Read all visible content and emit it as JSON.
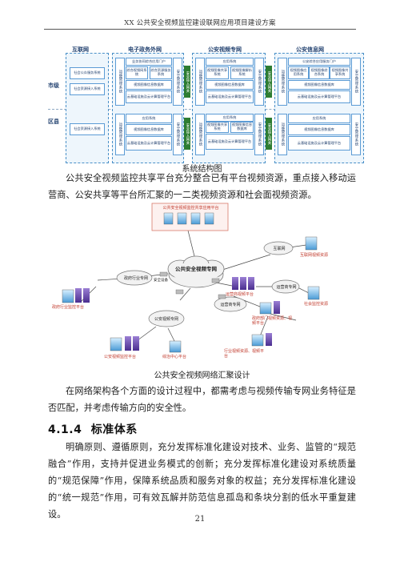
{
  "header": {
    "title": "XX 公共安全视频监控建设联网应用项目建设方案"
  },
  "figure1": {
    "caption": "系统结构图",
    "row_labels": {
      "city": "市级",
      "district": "区县"
    },
    "panels": {
      "internet": {
        "title": "互联网",
        "boxes": [
          "社会公众服务系统",
          "社会资源接入系统",
          "社会资源接入系统"
        ]
      },
      "egov": {
        "title": "电子政务外网",
        "top_header": "业务协同综合应用门户",
        "mgmt_label": "运维管理系统",
        "security_label": "安全管理系统",
        "gateway_label": "安全接入网关",
        "city_boxes": [
          "综合视频网系统",
          "综合资源服务系统",
          "视频图像信息数据库",
          "云基础设施及云计算管理平台"
        ],
        "district_boxes": [
          "应用系统",
          "视频图像信息数据库",
          "云基础设施及云计算管理平台"
        ]
      },
      "police": {
        "title": "公安视频专网",
        "top_header": "应用系统",
        "mgmt_label": "运维管理系统",
        "security_label": "安全管理系统",
        "gateway_label": "安全接入网关",
        "city_boxes": [
          "视频图像共享系统",
          "视频图像解析系统",
          "视频图像信息数据库",
          "云基础设施及云计算管理平台"
        ],
        "district_boxes": [
          "应用系统",
          "视频图像共享系统",
          "视频图像信息数据库",
          "云基础设施及云计算管理平台"
        ]
      },
      "info": {
        "title": "公安信息网",
        "top_header": "公安综合应用服务门户",
        "mgmt_label": "运维管理系统",
        "security_label": "安全管理系统",
        "city_boxes": [
          "视频图像应用系统",
          "视频图像综合系统",
          "视频图像共享系统",
          "视频图像信息数据库",
          "云基础设施及云计算管理平台"
        ],
        "district_boxes": [
          "应用系统",
          "视频图像信息数据库",
          "云基础设施及云计算管理平台"
        ]
      }
    }
  },
  "paragraph1": "公共安全视频监控共享平台充分整合已有平台视频资源，重点接入移动运营商、公安共享等平台所汇聚的一二类视频资源和社会面视频资源。",
  "figure2": {
    "caption": "公共安全视频网络汇聚设计",
    "top_box": "公共安全视频监控共享应用平台",
    "center_cloud": "公共安全视频专网",
    "clouds": {
      "gov": "政府行业专网",
      "internet": "互联网",
      "carrier": "运营商专网",
      "police": "公安视频专网",
      "carrier2": "运营商专网"
    },
    "security_device": "安全设备",
    "nodes": {
      "gov_platform": "政府行业监控平台",
      "internet_res": "互联网视频资源",
      "carrier_platform": "运营商视频平台",
      "social_res": "社会监控资源",
      "dept_res": "政府部门视频资源、视频平台",
      "industry_res": "行业视频资源、视频平台",
      "police_platform": "公安视频监控平台",
      "command_center": "综治中心平台"
    }
  },
  "paragraph2": "在网络架构各个方面的设计过程中，都需考虑与视频传输专网业务特征是否匹配，并考虑传输方向的安全性。",
  "section": {
    "number": "4.1.4",
    "title": "标准体系"
  },
  "paragraph3": "明确原则、遵循原则，充分发挥标准化建设对技术、业务、监管的“规范融合”作用，支持并促进业务模式的创新；充分发挥标准化建设对系统质量的“规范保障”作用，保障系统品质和服务对象的权益；充分发挥标准化建设的“统一规范”作用，可有效瓦解并防范信息孤岛和条块分割的低水平重复建设。",
  "page_number": "21"
}
